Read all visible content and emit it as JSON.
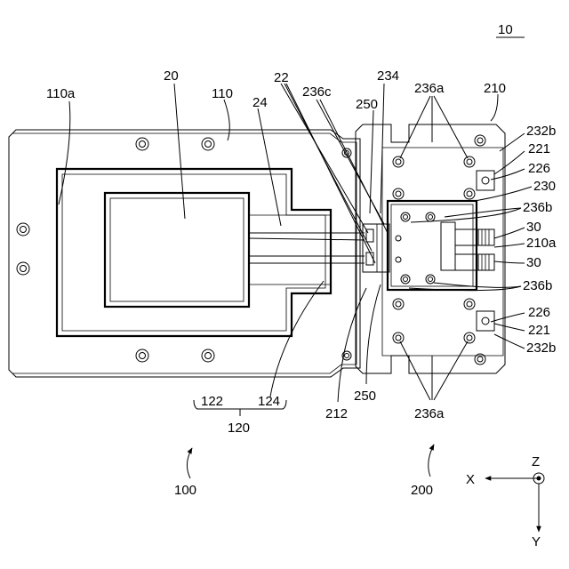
{
  "figure": {
    "figure_number": "10",
    "labels": {
      "l110a": "110a",
      "l20": "20",
      "l110": "110",
      "l24": "24",
      "l22": "22",
      "l236c": "236c",
      "l234": "234",
      "l250_top": "250",
      "l236a_top": "236a",
      "l210": "210",
      "l232b_top": "232b",
      "l221_top": "221",
      "l226_top": "226",
      "l230": "230",
      "l236b_top": "236b",
      "l30_top": "30",
      "l210a": "210a",
      "l30_bottom": "30",
      "l236b_bottom": "236b",
      "l226_bottom": "226",
      "l221_bottom": "221",
      "l232b_bottom": "232b",
      "l236a_bottom": "236a",
      "l122": "122",
      "l124": "124",
      "l120": "120",
      "l212": "212",
      "l250_bottom": "250",
      "l100": "100",
      "l200": "200"
    },
    "axes": {
      "x": "X",
      "y": "Y",
      "z": "Z"
    }
  }
}
